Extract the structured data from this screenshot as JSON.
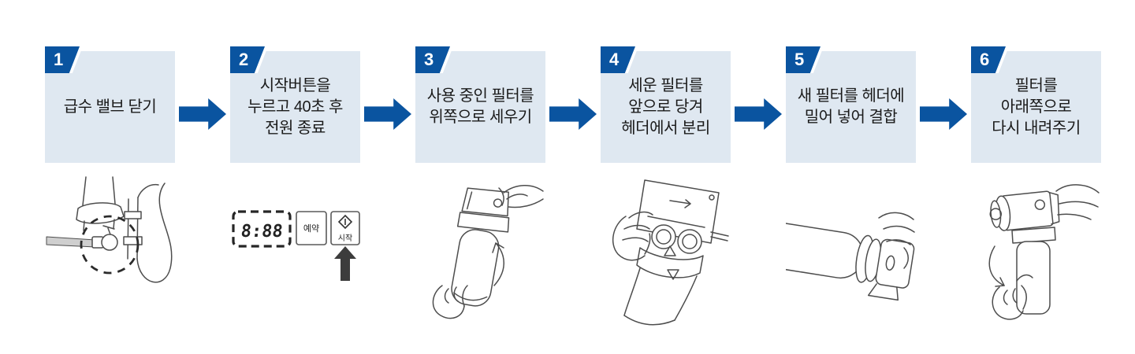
{
  "colors": {
    "accent_blue": "#0a54a0",
    "step_box_bg": "#dfe8f1",
    "text": "#1a1a1a",
    "line_art": "#4d4d4d",
    "press_arrow": "#3c3c3c"
  },
  "icons": {
    "step_separator": "right-arrow-icon",
    "start_button_symbol": "diamond-power-icon",
    "press_indicator": "up-arrow-icon",
    "valve_highlight": "dashed-circle"
  },
  "steps": [
    {
      "number": "1",
      "lines": [
        "급수 밸브 닫기"
      ],
      "illustration": "water-supply-valve-drawing"
    },
    {
      "number": "2",
      "lines": [
        "시작버튼을",
        "누르고 40초 후",
        "전원 종료"
      ],
      "illustration": "control-panel-drawing",
      "panel": {
        "display": "8:88",
        "reserve_button": "예약",
        "start_button": "시작"
      }
    },
    {
      "number": "3",
      "lines": [
        "사용 중인 필터를",
        "위쪽으로 세우기"
      ],
      "illustration": "filter-raise-drawing"
    },
    {
      "number": "4",
      "lines": [
        "세운 필터를",
        "앞으로 당겨",
        "헤더에서 분리"
      ],
      "illustration": "filter-detach-drawing"
    },
    {
      "number": "5",
      "lines": [
        "새 필터를 헤더에",
        "밀어 넣어 결합"
      ],
      "illustration": "filter-insert-drawing"
    },
    {
      "number": "6",
      "lines": [
        "필터를",
        "아래쪽으로",
        "다시 내려주기"
      ],
      "illustration": "filter-lower-drawing"
    }
  ]
}
